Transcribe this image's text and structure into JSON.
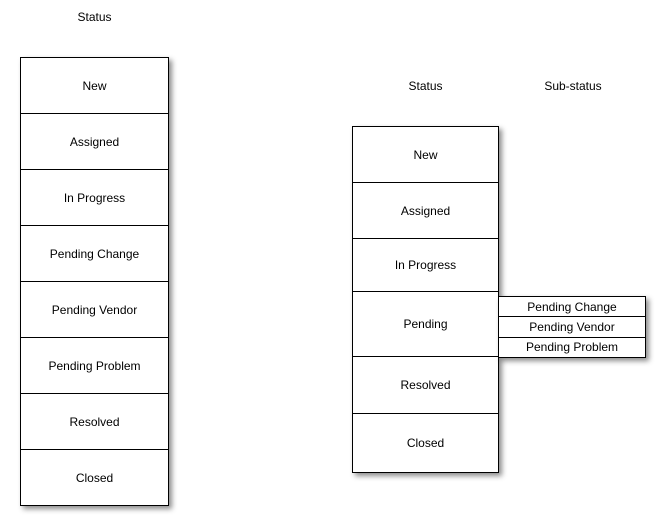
{
  "left_table": {
    "title": "Status",
    "rows": [
      "New",
      "Assigned",
      "In Progress",
      "Pending Change",
      "Pending Vendor",
      "Pending Problem",
      "Resolved",
      "Closed"
    ]
  },
  "right_table": {
    "title": "Status",
    "rows": [
      "New",
      "Assigned",
      "In Progress",
      "Pending",
      "Resolved",
      "Closed"
    ]
  },
  "sub_table": {
    "title": "Sub-status",
    "rows": [
      "Pending Change",
      "Pending Vendor",
      "Pending Problem"
    ]
  },
  "colors": {
    "border": "#000000",
    "box_fill": "#ffffff",
    "page_background": "#ffffff",
    "text": "#000000"
  }
}
